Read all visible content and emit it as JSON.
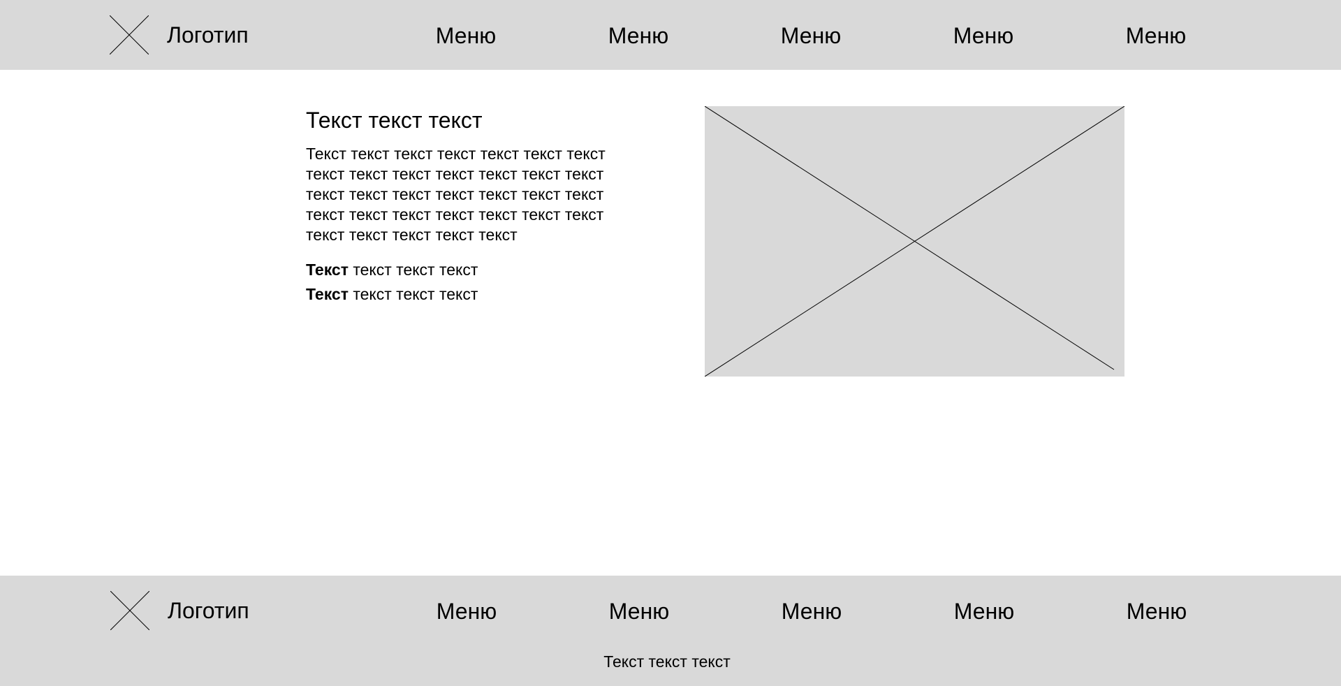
{
  "header": {
    "logo_text": "Логотип",
    "menu": [
      "Меню",
      "Меню",
      "Меню",
      "Меню",
      "Меню"
    ]
  },
  "content": {
    "headline": "Текст текст текст",
    "paragraph": "Текст текст текст текст текст текст текст текст текст текст текст текст текст текст текст текст текст текст текст текст текст текст текст текст текст текст текст текст текст текст текст текст текст",
    "features": [
      {
        "bold": "Текст",
        "text": " текст текст текст"
      },
      {
        "bold": "Текст",
        "text": " текст текст текст"
      }
    ]
  },
  "footer": {
    "logo_text": "Логотип",
    "menu": [
      "Меню",
      "Меню",
      "Меню",
      "Меню",
      "Меню"
    ],
    "note": "Текст текст текст"
  },
  "colors": {
    "bar_background": "#d9d9d9",
    "page_background": "#ffffff",
    "text": "#000000"
  }
}
